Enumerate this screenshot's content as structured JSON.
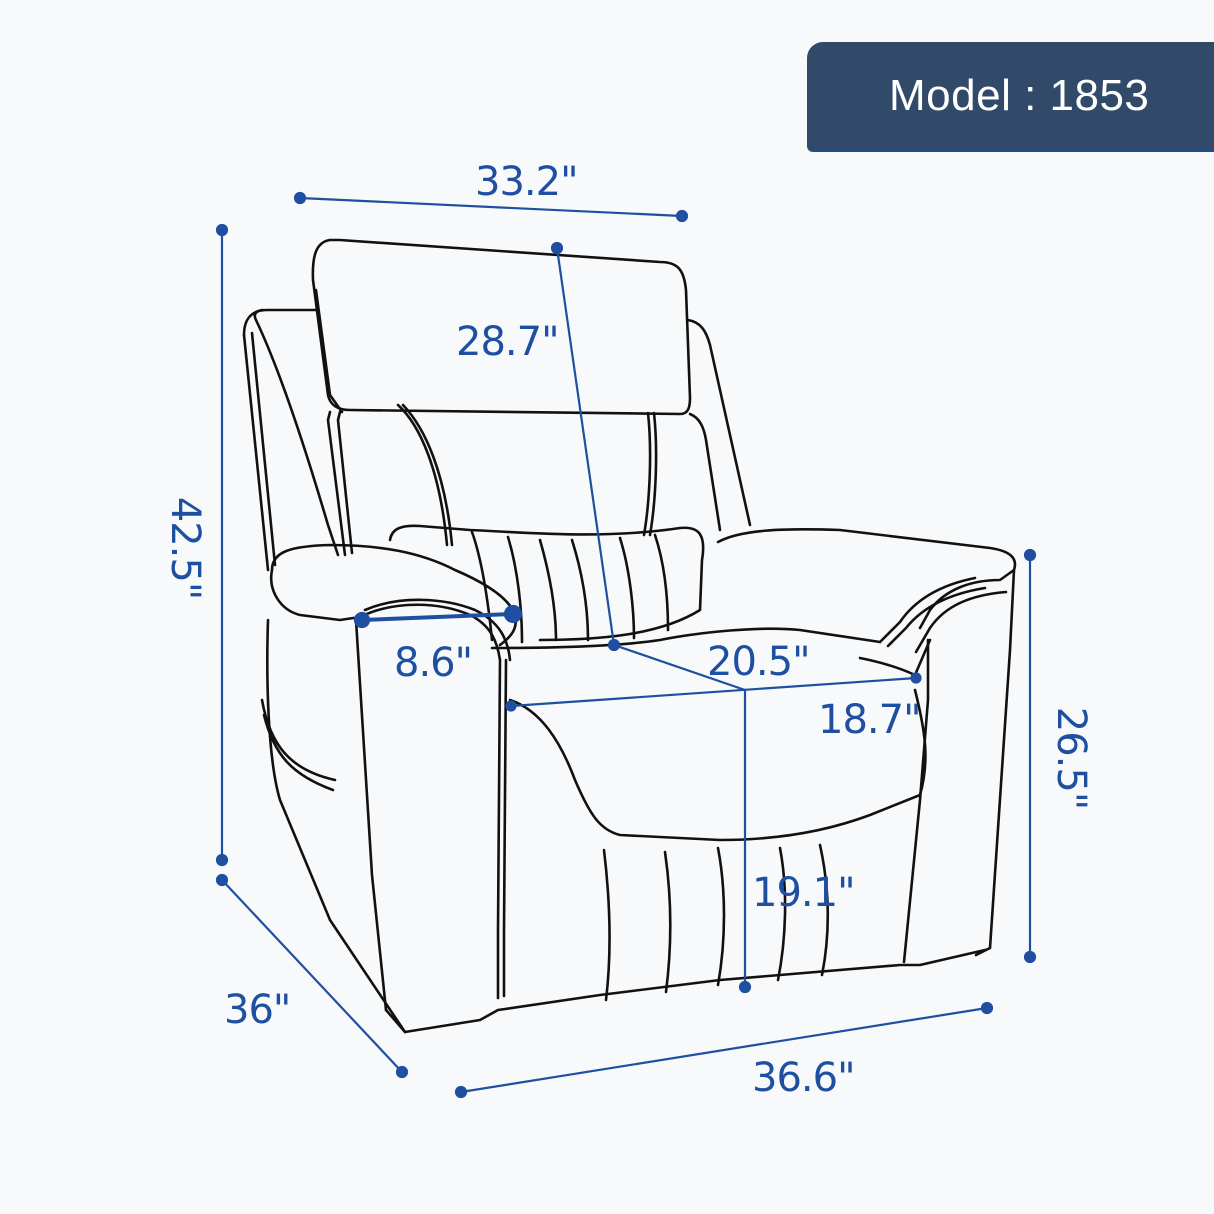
{
  "badge": {
    "model_label": "Model : 1853",
    "background_color": "#324a69",
    "text_color": "#ffffff"
  },
  "product": "Recliner chair line drawing with dimensions",
  "colors": {
    "dimension": "#1f4fa0",
    "outline": "#111111",
    "background": "#f7f9fb"
  },
  "dimensions": {
    "headrest_width": "33.2\"",
    "backrest_height": "28.7\"",
    "overall_height": "42.5\"",
    "arm_width": "8.6\"",
    "seat_depth": "20.5\"",
    "seat_width": "18.7\"",
    "arm_height": "26.5\"",
    "seat_height": "19.1\"",
    "overall_depth": "36\"",
    "overall_width": "36.6\""
  }
}
